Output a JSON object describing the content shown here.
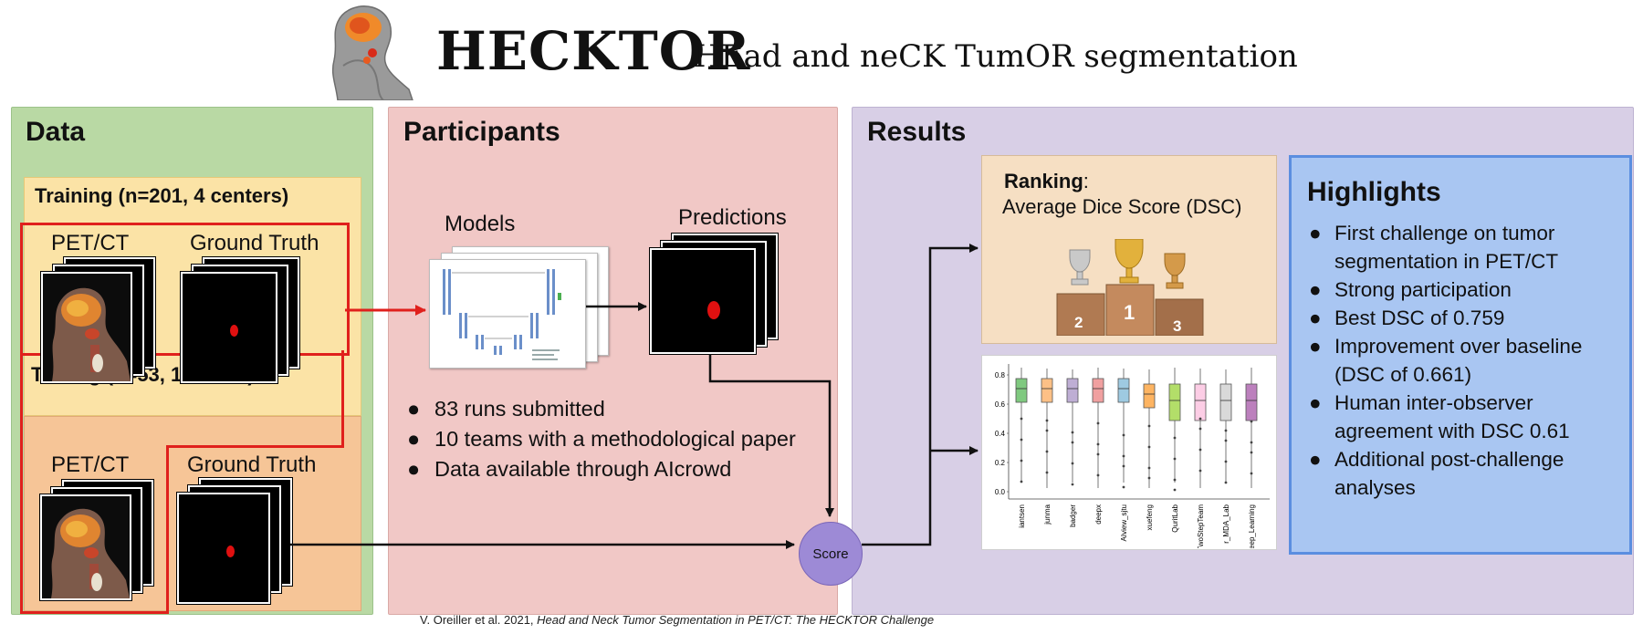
{
  "title": {
    "main": "HECKTOR",
    "subtitle": "HEad and neCK TumOR segmentation"
  },
  "data_panel": {
    "title": "Data",
    "training": {
      "title": "Training (n=201, 4 centers)",
      "pet_label": "PET/CT",
      "gt_label": "Ground Truth"
    },
    "testing": {
      "title": "Testing (n=53, 1 center)",
      "pet_label": "PET/CT",
      "gt_label": "Ground Truth"
    }
  },
  "participants_panel": {
    "title": "Participants",
    "models_label": "Models",
    "predictions_label": "Predictions",
    "bullets": [
      "83 runs submitted",
      "10 teams with a methodological paper",
      "Data available through AIcrowd"
    ]
  },
  "score_label": "Score",
  "results_panel": {
    "title": "Results",
    "ranking": {
      "label": "Ranking",
      "colon": ":",
      "metric": "Average Dice Score (DSC)",
      "podium": [
        "2",
        "1",
        "3"
      ]
    },
    "boxplot": {
      "yticks": [
        "0.8",
        "0.6",
        "0.4",
        "0.2",
        "0.0"
      ],
      "teams": [
        "iantsen",
        "junma",
        "badger",
        "deepx",
        "AIview_sjtu",
        "xuefeng",
        "QuritLab",
        "HFTwoStepTeam",
        "r_MDA_Lab",
        "Deep_Learning"
      ]
    },
    "highlights": {
      "title": "Highlights",
      "items": [
        "First challenge on tumor segmentation in PET/CT",
        "Strong participation",
        "Best DSC of 0.759",
        "Improvement over baseline (DSC of  0.661)",
        "Human inter-observer agreement with DSC 0.61",
        "Additional post-challenge analyses"
      ]
    }
  },
  "citation": {
    "authors": "V. Oreiller et al. 2021, ",
    "title": "Head and Neck Tumor Segmentation in PET/CT: The HECKTOR Challenge"
  },
  "colors": {
    "data_bg": "#b9d9a4",
    "participants_bg": "#f1c8c6",
    "results_bg": "#d8cfe6",
    "training_bg": "#fbe3a6",
    "testing_bg": "#f6c597",
    "highlights_bg": "#a9c6f2",
    "score_node": "#9d8ad6",
    "arrow_red": "#e0201c"
  }
}
